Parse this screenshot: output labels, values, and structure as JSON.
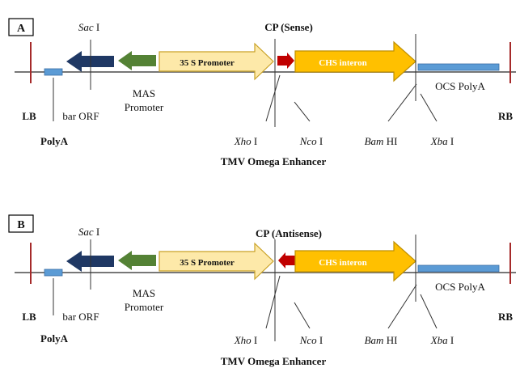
{
  "panels": [
    {
      "panel_label": "A",
      "cp_label": "CP (Sense)",
      "cp_direction": "right",
      "labels": {
        "lb": "LB",
        "polya": "PolyA",
        "bar_orf": "bar ORF",
        "sac_name": "Sac",
        "sac_num": " I",
        "mas_line1": "MAS",
        "mas_line2": "Promoter",
        "promoter_35s": "35 S Promoter",
        "chs": "CHS interon",
        "ocs": "OCS PolyA",
        "rb": "RB",
        "xho_name": "Xho",
        "xho_num": " I",
        "nco_name": "Nco",
        "nco_num": " I",
        "bam_name": "Bam",
        "bam_num": " HI",
        "xba_name": "Xba",
        "xba_num": " I",
        "tmv": "TMV Omega Enhancer"
      }
    },
    {
      "panel_label": "B",
      "cp_label": "CP (Antisense)",
      "cp_direction": "left",
      "labels": {
        "lb": "LB",
        "polya": "PolyA",
        "bar_orf": "bar ORF",
        "sac_name": "Sac",
        "sac_num": " I",
        "mas_line1": "MAS",
        "mas_line2": "Promoter",
        "promoter_35s": "35 S Promoter",
        "chs": "CHS interon",
        "ocs": "OCS PolyA",
        "rb": "RB",
        "xho_name": "Xho",
        "xho_num": " I",
        "nco_name": "Nco",
        "nco_num": " I",
        "bam_name": "Bam",
        "bam_num": " HI",
        "xba_name": "Xba",
        "xba_num": " I",
        "tmv": "TMV Omega Enhancer"
      }
    }
  ],
  "colors": {
    "backbone": "#777777",
    "border_mark": "#a52a2a",
    "polya_box": "#5b9bd5",
    "bar_arrow": "#1f3864",
    "mas_arrow": "#548235",
    "promoter_fill": "#fde9a9",
    "promoter_stroke": "#c9a227",
    "cp_arrow": "#c00000",
    "chs_fill": "#ffc000",
    "chs_stroke": "#bf8f00",
    "ocs_box": "#5b9bd5",
    "site_line": "#333333"
  }
}
